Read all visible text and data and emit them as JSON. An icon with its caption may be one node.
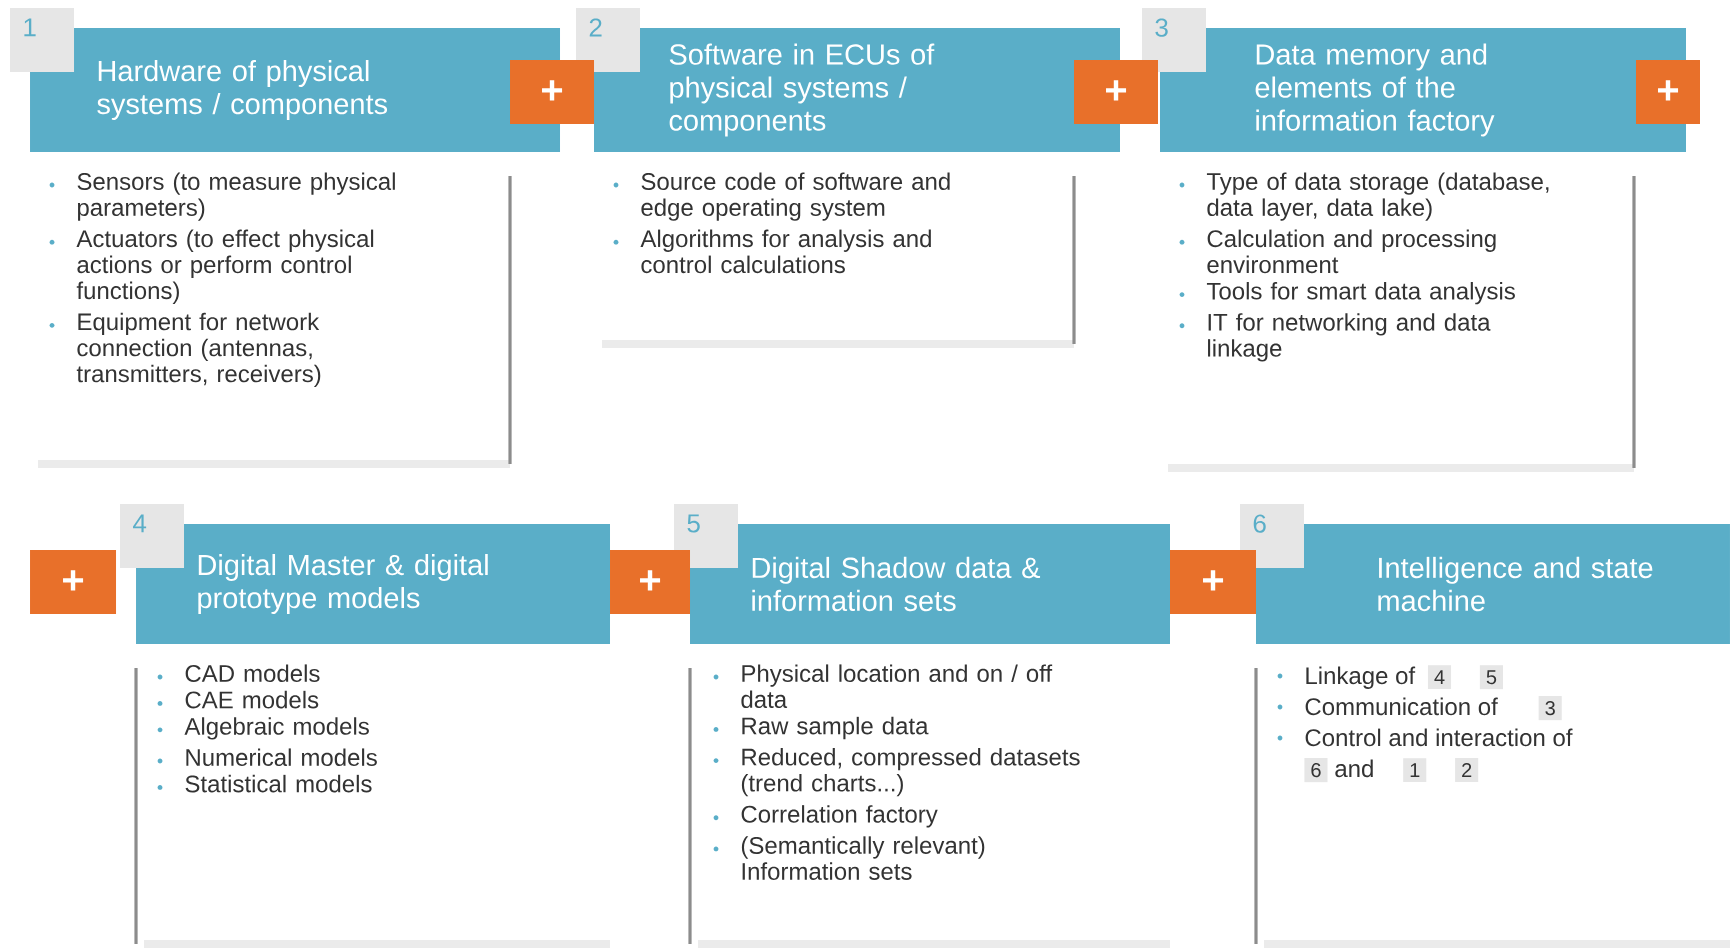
{
  "diagram": {
    "nodes": [
      {
        "text": [
          "1",
          "Hardware of physical systems / components",
          "Sensors (to measure physical parameters)",
          "Actuators (to effect physical actions or perform control functions)",
          "Equipment for network connection (antennas, transmitters, receivers)"
        ]
      },
      {
        "text": [
          "+"
        ]
      },
      {
        "text": [
          "2",
          "Software in ECUs of physical systems / components",
          "Source code of software and edge operating system",
          "Algorithms for analysis and control calculations"
        ]
      },
      {
        "text": [
          "+"
        ]
      },
      {
        "text": [
          "3",
          "Data memory and elements of the information factory",
          "Type of data storage (database, data layer, data lake)",
          "Calculation and processing environment",
          "Tools for smart data analysis",
          "IT for networking and data linkage"
        ]
      },
      {
        "text": [
          "+"
        ]
      },
      {
        "text": [
          "+"
        ]
      },
      {
        "text": [
          "4",
          "Digital Master & digital prototype models",
          "CAD models",
          "CAE models",
          "Algebraic models",
          "Numerical models",
          "Statistical models"
        ]
      },
      {
        "text": [
          "+"
        ]
      },
      {
        "text": [
          "5",
          "Digital Shadow data & information sets",
          "Physical location and on / off data",
          "Raw sample data",
          "Reduced, compressed datasets (trend charts...)",
          "Correlation factory",
          "(Semantically relevant) Information sets"
        ]
      },
      {
        "text": [
          "+"
        ]
      },
      {
        "text": [
          "6",
          "Intelligence and state machine",
          "Linkage of",
          "Communication of",
          "Control and interaction of",
          "and"
        ]
      },
      {
        "text": [
          "4"
        ],
        "in": 11
      },
      {
        "text": [
          "5"
        ],
        "in": 11
      },
      {
        "text": [
          "3"
        ],
        "in": 11
      },
      {
        "text": [
          "6"
        ],
        "in": 11
      },
      {
        "text": [
          "1"
        ],
        "in": 11
      },
      {
        "text": [
          "2"
        ],
        "in": 11
      }
    ],
    "edges": []
  }
}
